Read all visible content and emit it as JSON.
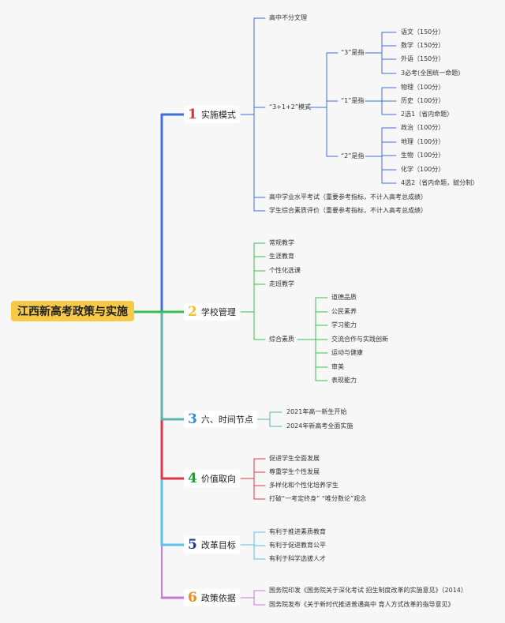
{
  "root": {
    "title": "江西新高考政策与实施"
  },
  "branches": [
    {
      "num": "1",
      "label": "实施模式",
      "color": "#3f6fd9",
      "numColor": "#d23a2f"
    },
    {
      "num": "2",
      "label": "学校管理",
      "color": "#3bbf55",
      "numColor": "#f3c21f"
    },
    {
      "num": "3",
      "label": "六、时间节点",
      "color": "#5ab4ab",
      "numColor": "#2d8fd6"
    },
    {
      "num": "4",
      "label": "价值取向",
      "color": "#e0354d",
      "numColor": "#26973b"
    },
    {
      "num": "5",
      "label": "改革目标",
      "color": "#5bc2ee",
      "numColor": "#1f3a8a"
    },
    {
      "num": "6",
      "label": "政策依据",
      "color": "#c77ad8",
      "numColor": "#f08a1a"
    }
  ],
  "b1": {
    "n1": "高中不分文理",
    "n2": "“3+1+2”模式",
    "n3": "高中学业水平考试（重要参考指标，不计入高考总成绩）",
    "n4": "学生综合素质评价（重要参考指标，不计入高考总成绩）",
    "g1": "“3”是指",
    "g2": "“1”是指",
    "g3": "“2”是指",
    "g1items": [
      "语文（150分）",
      "数学（150分）",
      "外语（150分）",
      "3必考(全国统一命题)"
    ],
    "g2items": [
      "物理（100分）",
      "历史（100分）",
      "2选1（省内命题）"
    ],
    "g3items": [
      "政治（100分）",
      "地理（100分）",
      "生物（100分）",
      "化学（100分）",
      "4选2（省内命题，赋分制）"
    ]
  },
  "b2": {
    "items": [
      "常规教学",
      "生涯教育",
      "个性化选课",
      "走班教学",
      "综合素质"
    ],
    "sub": [
      "道德品质",
      "公民素养",
      "学习能力",
      "交流合作与实践创新",
      "运动与健康",
      "审美",
      "表现能力"
    ]
  },
  "b3": {
    "items": [
      "2021年高一新生开始",
      "2024年新高考全面实施"
    ]
  },
  "b4": {
    "items": [
      "促进学生全面发展",
      "尊重学生个性发展",
      "多样化和个性化培养学生",
      "打破“一考定终身” “唯分数论”观念"
    ]
  },
  "b5": {
    "items": [
      "有利于推进素质教育",
      "有利于促进教育公平",
      "有利于科学选拔人才"
    ]
  },
  "b6": {
    "items": [
      "国务院印发《国务院关于深化考试 招生制度改革的实施意见》（2014）",
      "国务院发布《关于新时代推进普通高中 育人方式改革的指导意见》"
    ]
  }
}
